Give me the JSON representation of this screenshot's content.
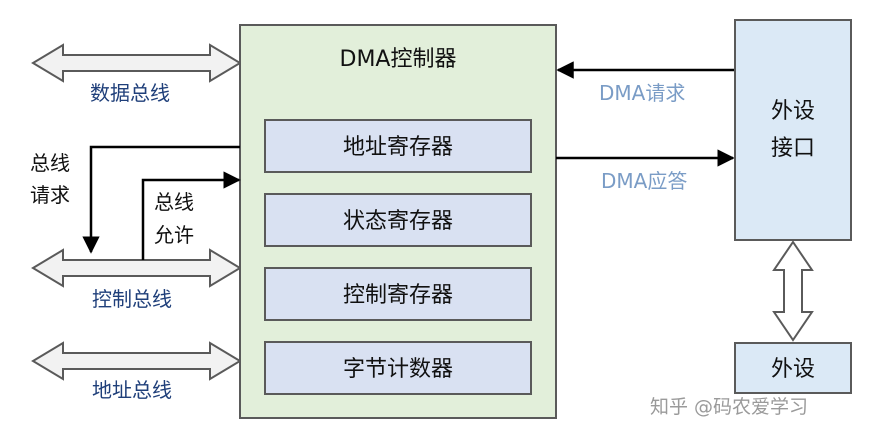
{
  "controller": {
    "title": "DMA控制器"
  },
  "registers": [
    "地址寄存器",
    "状态寄存器",
    "控制寄存器",
    "字节计数器"
  ],
  "buses": {
    "data": "数据总线",
    "control": "控制总线",
    "address": "地址总线"
  },
  "signals": {
    "bus_request_line1": "总线",
    "bus_request_line2": "请求",
    "bus_grant_line1": "总线",
    "bus_grant_line2": "允许",
    "dma_request": "DMA请求",
    "dma_ack": "DMA应答"
  },
  "peripheral_interface": {
    "line1": "外设",
    "line2": "接口"
  },
  "peripheral": {
    "label": "外设"
  },
  "watermark": "知乎 @码农爱学习",
  "colors": {
    "controller_fill": "#e2efda",
    "register_fill": "#d9e1f2",
    "interface_fill": "#dbe9f6",
    "arrow_fill": "#f2f2f2",
    "stroke": "#5a5a5a",
    "bus_label": "#1f3f7a",
    "signal_label": "#7a9cc6"
  }
}
